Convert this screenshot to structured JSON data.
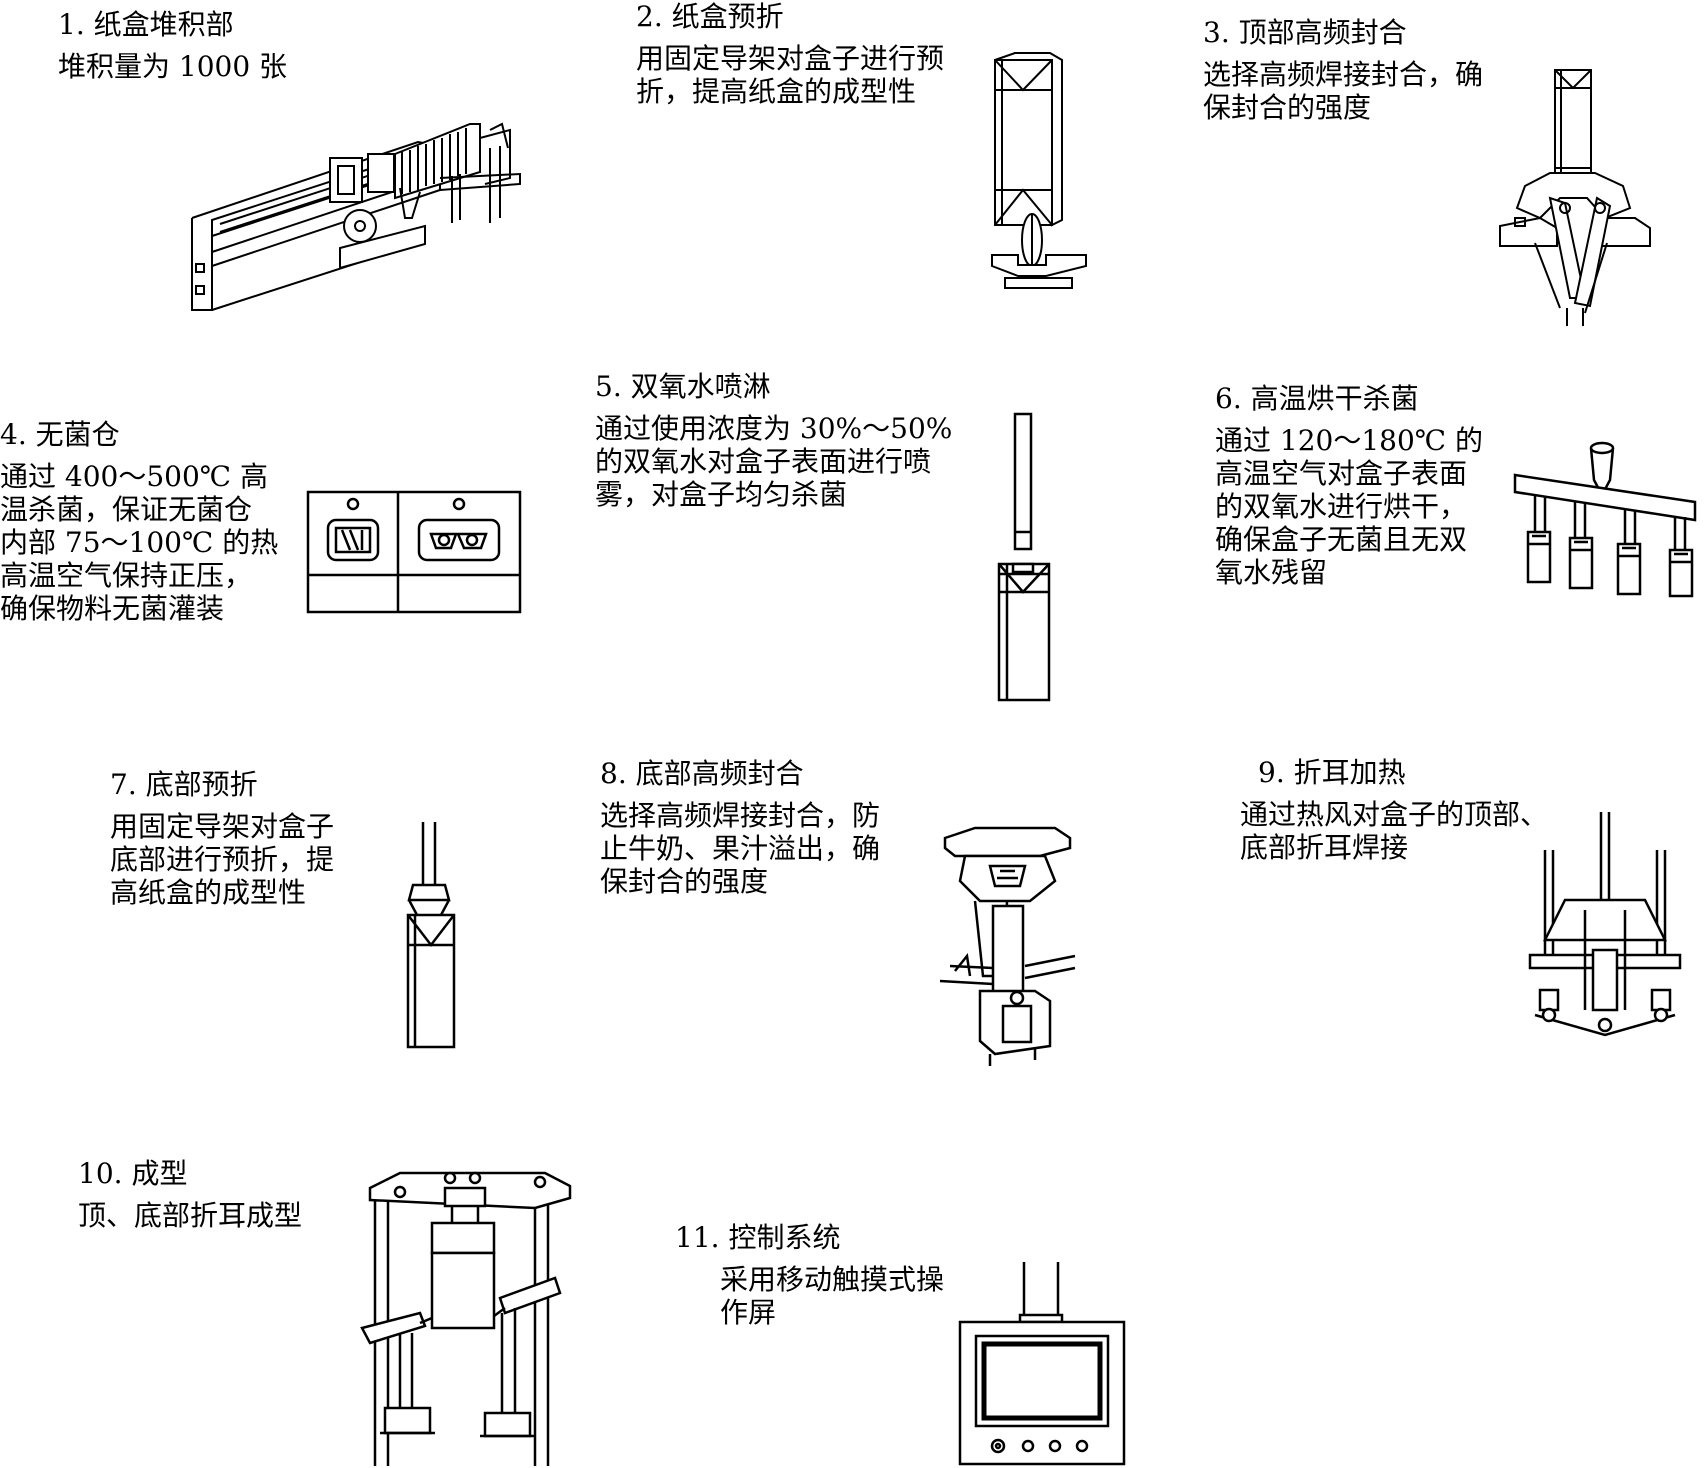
{
  "steps": [
    {
      "number": "1.",
      "title": "纸盒堆积部",
      "desc": [
        "堆积量为 1000 张"
      ],
      "icon": "carton-stacker-icon"
    },
    {
      "number": "2.",
      "title": "纸盒预折",
      "desc": [
        "用固定导架对盒子进行预",
        "折，提高纸盒的成型性"
      ],
      "icon": "prefold-guide-icon"
    },
    {
      "number": "3.",
      "title": "顶部高频封合",
      "desc": [
        "选择高频焊接封合，确",
        "保封合的强度"
      ],
      "icon": "top-sealer-icon"
    },
    {
      "number": "4.",
      "title": "无菌仓",
      "desc": [
        "通过 400～500℃ 高",
        "温杀菌，保证无菌仓",
        "内部 75～100℃ 的热",
        "高温空气保持正压，",
        "确保物料无菌灌装"
      ],
      "icon": "aseptic-chamber-icon"
    },
    {
      "number": "5.",
      "title": "双氧水喷淋",
      "desc": [
        "通过使用浓度为 30%～50%",
        "的双氧水对盒子表面进行喷",
        "雾，对盒子均匀杀菌"
      ],
      "icon": "peroxide-nozzle-icon"
    },
    {
      "number": "6.",
      "title": "高温烘干杀菌",
      "desc": [
        "通过 120～180℃ 的",
        "高温空气对盒子表面",
        "的双氧水进行烘干，",
        "确保盒子无菌且无双",
        "氧水残留"
      ],
      "icon": "hot-air-manifold-icon"
    },
    {
      "number": "7.",
      "title": "底部预折",
      "desc": [
        "用固定导架对盒子",
        "底部进行预折，提",
        "高纸盒的成型性"
      ],
      "icon": "bottom-prefold-icon"
    },
    {
      "number": "8.",
      "title": "底部高频封合",
      "desc": [
        "选择高频焊接封合，防",
        "止牛奶、果汁溢出，确",
        "保封合的强度"
      ],
      "icon": "bottom-sealer-icon"
    },
    {
      "number": "9.",
      "title": "折耳加热",
      "desc": [
        "通过热风对盒子的顶部、",
        "底部折耳焊接"
      ],
      "icon": "ear-heater-icon"
    },
    {
      "number": "10.",
      "title": "成型",
      "desc": [
        "顶、底部折耳成型"
      ],
      "icon": "forming-frame-icon"
    },
    {
      "number": "11.",
      "title": "控制系统",
      "desc": [
        "采用移动触摸式操",
        "作屏"
      ],
      "icon": "touch-panel-icon"
    }
  ]
}
